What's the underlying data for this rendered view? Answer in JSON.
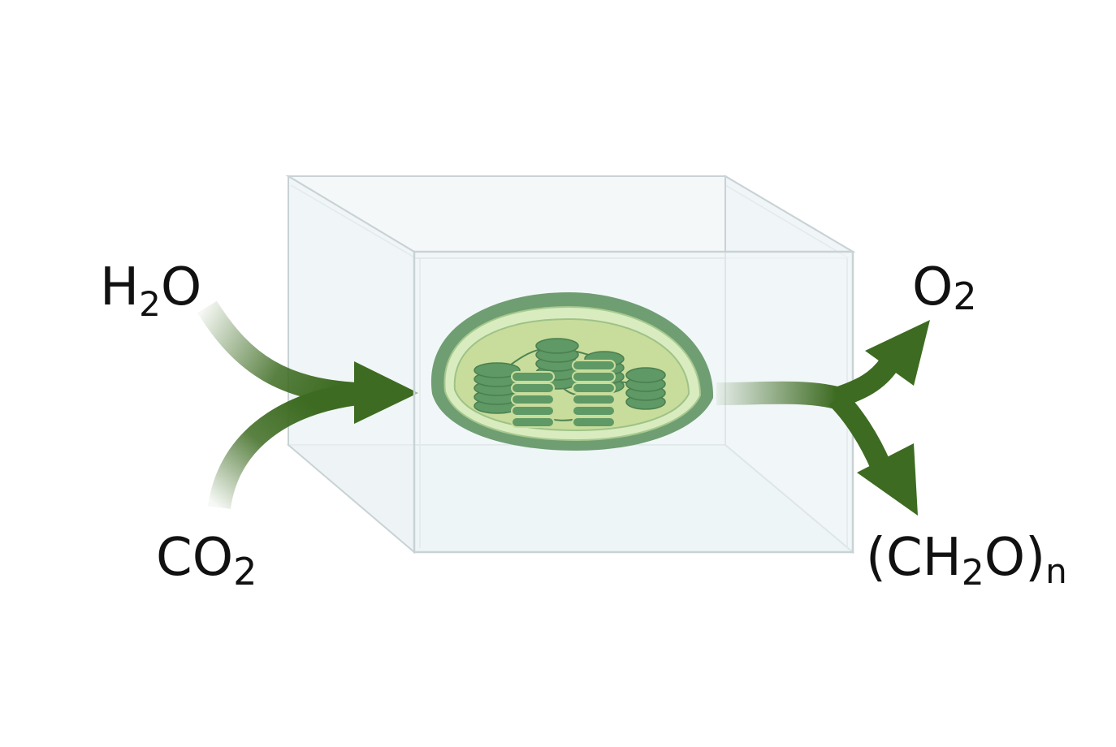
{
  "inputs": {
    "water": {
      "main": "H",
      "sub": "2",
      "tail": "O"
    },
    "carbon_dioxide": {
      "main": "CO",
      "sub": "2"
    }
  },
  "outputs": {
    "oxygen": {
      "main": "O",
      "sub": "2"
    },
    "carbohydrate": {
      "open": "(CH",
      "sub": "2",
      "mid": "O)",
      "sub2": "n"
    }
  },
  "colors": {
    "arrow": "#3d6b21",
    "chloroplast_outer": "#6f9e72",
    "chloroplast_inner": "#b8d99a",
    "stroma": "#c8dd9c",
    "thylakoid": "#5f9965",
    "box_edge": "#c9d2d4"
  }
}
